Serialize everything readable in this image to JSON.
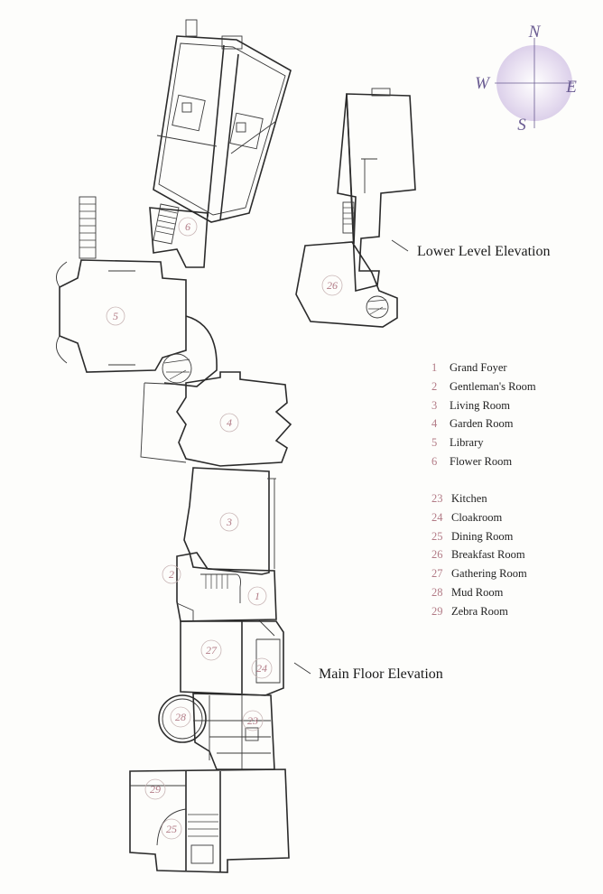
{
  "compass": {
    "north": "N",
    "east": "E",
    "south": "S",
    "west": "W",
    "color": "#6a5c92"
  },
  "elevations": {
    "lower": "Lower Level Elevation",
    "main": "Main Floor Elevation"
  },
  "legend": {
    "group_a": [
      {
        "num": "1",
        "name": "Grand Foyer"
      },
      {
        "num": "2",
        "name": "Gentleman's Room"
      },
      {
        "num": "3",
        "name": "Living Room"
      },
      {
        "num": "4",
        "name": "Garden Room"
      },
      {
        "num": "5",
        "name": "Library"
      },
      {
        "num": "6",
        "name": "Flower Room"
      }
    ],
    "group_b": [
      {
        "num": "23",
        "name": "Kitchen"
      },
      {
        "num": "24",
        "name": "Cloakroom"
      },
      {
        "num": "25",
        "name": "Dining Room"
      },
      {
        "num": "26",
        "name": "Breakfast Room"
      },
      {
        "num": "27",
        "name": "Gathering Room"
      },
      {
        "num": "28",
        "name": "Mud Room"
      },
      {
        "num": "29",
        "name": "Zebra Room"
      }
    ]
  },
  "room_badges": [
    "1",
    "2",
    "3",
    "4",
    "5",
    "6",
    "23",
    "24",
    "25",
    "26",
    "27",
    "28",
    "29"
  ],
  "badge_color": "#b27b86"
}
